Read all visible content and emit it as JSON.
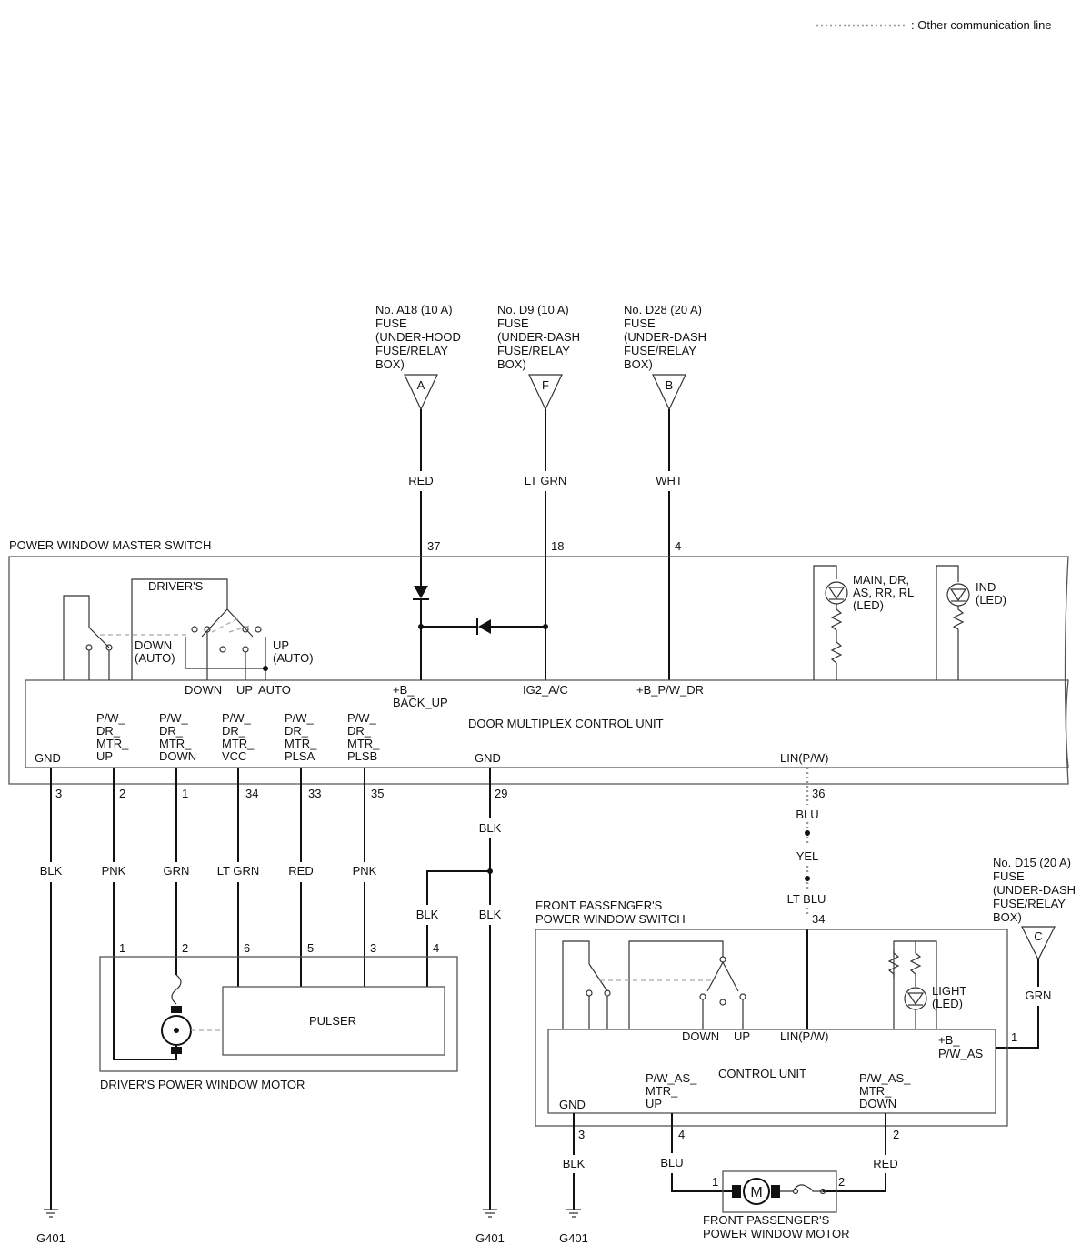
{
  "legend": {
    "label": ": Other communication line"
  },
  "fuses": {
    "a": {
      "lines": [
        "No. A18 (10 A)",
        "FUSE",
        "(UNDER-HOOD",
        "FUSE/RELAY",
        "BOX)"
      ],
      "letter": "A",
      "wire": "RED",
      "pin": "37"
    },
    "f": {
      "lines": [
        "No. D9 (10 A)",
        "FUSE",
        "(UNDER-DASH",
        "FUSE/RELAY",
        "BOX)"
      ],
      "letter": "F",
      "wire": "LT GRN",
      "pin": "18"
    },
    "b": {
      "lines": [
        "No. D28 (20 A)",
        "FUSE",
        "(UNDER-DASH",
        "FUSE/RELAY",
        "BOX)"
      ],
      "letter": "B",
      "wire": "WHT",
      "pin": "4"
    },
    "c": {
      "lines": [
        "No. D15 (20 A)",
        "FUSE",
        "(UNDER-DASH",
        "FUSE/RELAY",
        "BOX)"
      ],
      "letter": "C",
      "wire": "GRN",
      "pin": "1"
    }
  },
  "master": {
    "title": "POWER WINDOW MASTER SWITCH",
    "drivers": "DRIVER'S",
    "down_auto": [
      "DOWN",
      "(AUTO)"
    ],
    "up_auto": [
      "UP",
      "(AUTO)"
    ],
    "down": "DOWN",
    "up": "UP",
    "auto": "AUTO",
    "b_backup": [
      "+B_",
      "BACK_UP"
    ],
    "ig2": "IG2_A/C",
    "b_pwdr": "+B_P/W_DR",
    "unit": "DOOR MULTIPLEX CONTROL UNIT",
    "main_led": [
      "MAIN, DR,",
      "AS, RR, RL",
      "(LED)"
    ],
    "ind_led": [
      "IND",
      "(LED)"
    ],
    "gnd": "GND",
    "gnd2": "GND",
    "lin": "LIN(P/W)",
    "terminals": [
      {
        "label": [
          "P/W_",
          "DR_",
          "MTR_",
          "UP"
        ],
        "pin": "2",
        "wire": "PNK",
        "motor_pin": "1"
      },
      {
        "label": [
          "P/W_",
          "DR_",
          "MTR_",
          "DOWN"
        ],
        "pin": "1",
        "wire": "GRN",
        "motor_pin": "2"
      },
      {
        "label": [
          "P/W_",
          "DR_",
          "MTR_",
          "VCC"
        ],
        "pin": "34",
        "wire": "LT GRN",
        "motor_pin": "6"
      },
      {
        "label": [
          "P/W_",
          "DR_",
          "MTR_",
          "PLSA"
        ],
        "pin": "33",
        "wire": "RED",
        "motor_pin": "5"
      },
      {
        "label": [
          "P/W_",
          "DR_",
          "MTR_",
          "PLSB"
        ],
        "pin": "35",
        "wire": "PNK",
        "motor_pin": "3"
      }
    ],
    "gnd_pin": "3",
    "gnd_wire": "BLK",
    "gnd2_pin": "29",
    "gnd2_wire": "BLK",
    "blk_a": "BLK",
    "blk_b": "BLK",
    "motor_pin4": "4",
    "lin_pin": "36"
  },
  "lin_wires": {
    "w1": "BLU",
    "w2": "YEL",
    "w3": "LT BLU",
    "pin": "34"
  },
  "driver_motor": {
    "pulser": "PULSER",
    "title": "DRIVER'S POWER WINDOW MOTOR"
  },
  "passenger": {
    "title": [
      "FRONT PASSENGER'S",
      "POWER WINDOW SWITCH"
    ],
    "light": [
      "LIGHT",
      "(LED)"
    ],
    "down": "DOWN",
    "up": "UP",
    "lin": "LIN(P/W)",
    "b_as": [
      "+B_",
      "P/W_AS"
    ],
    "unit": "CONTROL UNIT",
    "gnd": "GND",
    "up_label": [
      "P/W_AS_",
      "MTR_",
      "UP"
    ],
    "down_label": [
      "P/W_AS_",
      "MTR_",
      "DOWN"
    ],
    "gnd_pin": "3",
    "gnd_wire": "BLK",
    "up_pin": "4",
    "up_wire": "BLU",
    "down_pin": "2",
    "down_wire": "RED",
    "motor_letter": "M",
    "motor_pin1": "1",
    "motor_pin2": "2",
    "motor_title": [
      "FRONT PASSENGER'S",
      "POWER WINDOW MOTOR"
    ]
  },
  "grounds": {
    "g1": "G401",
    "g2": "G401",
    "g3": "G401"
  }
}
